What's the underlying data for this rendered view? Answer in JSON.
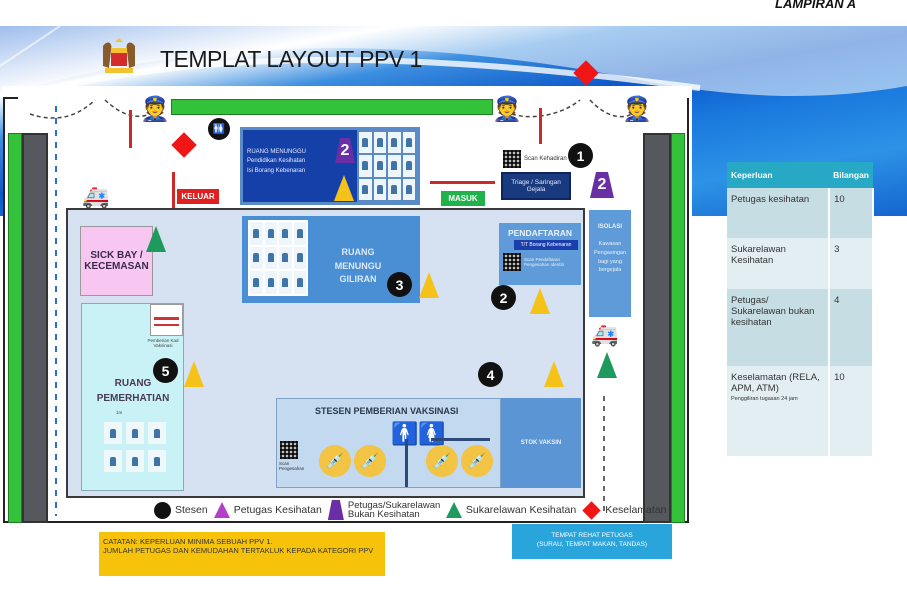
{
  "header": {
    "attachment_label": "LAMPIRAN A",
    "title": "TEMPLAT LAYOUT PPV 1",
    "crest_icon": "malaysia-coat-of-arms"
  },
  "layout": {
    "signs": {
      "exit": "KELUAR",
      "entry": "MASUK"
    },
    "rooms": {
      "waiting_education": {
        "lines": [
          "RUANG MENUNGGU",
          "Pendidikan Kesihatan",
          "Isi Borang Kebenaran"
        ],
        "staff_badge": "2"
      },
      "waiting_turn": {
        "label": "RUANG MENUNGU GILIRAN",
        "station": "3"
      },
      "registration": {
        "title": "PENDAFTARAN",
        "sub_label": "T/T Borang Kebenaran",
        "scan_label": "Scan Pendaftaran Pengesahan Identiti",
        "station": "2"
      },
      "triage": {
        "label": "Triage / Saringan Gejala",
        "scan_label": "Scan Kehadiran",
        "station": "1",
        "staff_badge": "2"
      },
      "isolation": {
        "title": "ISOLASI",
        "description": "Kawasan Pengasingan bagi yang bergejala"
      },
      "sick_bay": {
        "label": "SICK BAY / KECEMASAN"
      },
      "observation": {
        "label": "RUANG PEMERHATIAN",
        "station": "5",
        "card_label": "Pemberian Kad Vaksinasi",
        "distance_label": "1m"
      },
      "vaccination": {
        "title": "STESEN PEMBERIAN VAKSINASI",
        "scan_label": "Scan Pengesahan",
        "stock_label": "STOK VAKSIN",
        "station": "4"
      }
    }
  },
  "legend": [
    {
      "icon": "station-circle",
      "label": "Stesen",
      "color": "#111111"
    },
    {
      "icon": "triangle-magenta",
      "label": "Petugas Kesihatan",
      "color": "#b43fc8"
    },
    {
      "icon": "trapezoid-purple",
      "label": "Petugas/Sukarelawan Bukan Kesihatan",
      "color": "#6a2fa5"
    },
    {
      "icon": "triangle-green",
      "label": "Sukarelawan Kesihatan",
      "color": "#1f9a5d"
    },
    {
      "icon": "diamond-red",
      "label": "Keselamatan",
      "color": "#f01616"
    }
  ],
  "requirements_table": {
    "headers": [
      "Keperluan",
      "Bilangan"
    ],
    "rows": [
      {
        "item": "Petugas kesihatan",
        "count": "10",
        "note": ""
      },
      {
        "item": "Sukarelawan Kesihatan",
        "count": "3",
        "note": ""
      },
      {
        "item": "Petugas/ Sukarelawan bukan kesihatan",
        "count": "4",
        "note": ""
      },
      {
        "item": "Keselamatan (RELA, APM, ATM)",
        "count": "10",
        "note": "Penggiliran tugasan 24 jam"
      }
    ]
  },
  "notes": {
    "line1": "CATATAN: KEPERLUAN MINIMA SEBUAH PPV 1.",
    "line2": "JUMLAH PETUGAS DAN KEMUDAHAN TERTAKLUK KEPADA KATEGORI PPV",
    "rest_area_line1": "TEMPAT REHAT PETUGAS",
    "rest_area_line2": "(SURAU, TEMPAT MAKAN, TANDAS)"
  },
  "colors": {
    "banner_blue": "#1565cf",
    "floor_bg": "#d6e1f2",
    "warning_yellow": "#f5c21a",
    "arrow_red": "#d02828",
    "table_header": "#27a8c4"
  }
}
